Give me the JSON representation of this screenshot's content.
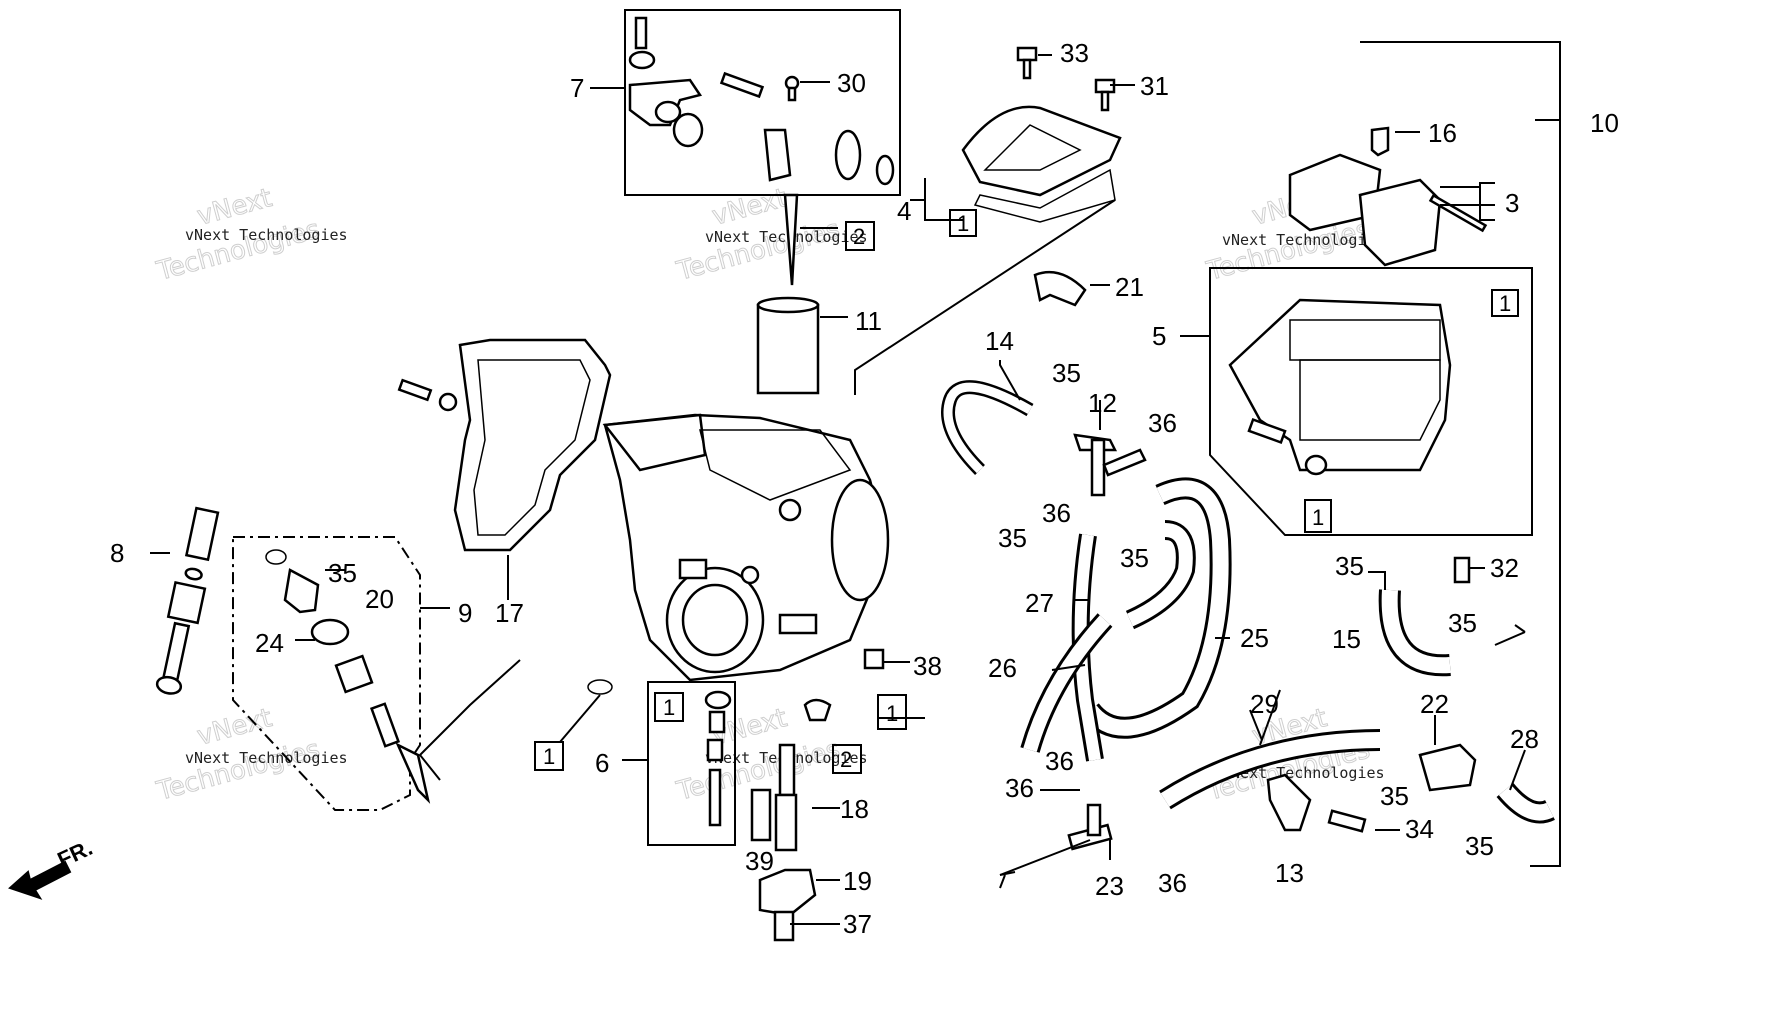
{
  "diagram": {
    "watermark": {
      "line1": "vNext",
      "line2": "Technologies",
      "caption": "vNext Technologies"
    },
    "front_label": "FR.",
    "callouts": {
      "n1": "1",
      "n2": "2",
      "n3": "3",
      "n4": "4",
      "n5": "5",
      "n6": "6",
      "n7": "7",
      "n8": "8",
      "n9": "9",
      "n10": "10",
      "n11": "11",
      "n12": "12",
      "n13": "13",
      "n14": "14",
      "n15": "15",
      "n16": "16",
      "n17": "17",
      "n18": "18",
      "n19": "19",
      "n20": "20",
      "n21": "21",
      "n22": "22",
      "n23": "23",
      "n24": "24",
      "n25": "25",
      "n26": "26",
      "n27": "27",
      "n28": "28",
      "n29": "29",
      "n30": "30",
      "n31": "31",
      "n32": "32",
      "n33": "33",
      "n34": "34",
      "n35": "35",
      "n36": "36",
      "n37": "37",
      "n38": "38",
      "n39": "39"
    }
  }
}
